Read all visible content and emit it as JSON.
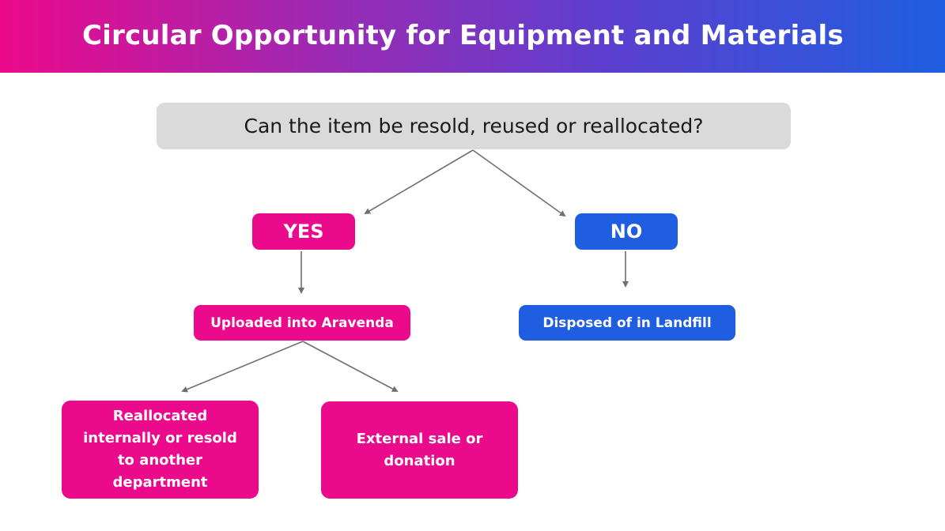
{
  "header": {
    "title": "Circular Opportunity for Equipment and Materials"
  },
  "diagram": {
    "question": "Can the item be resold, reused or reallocated?",
    "yes_label": "YES",
    "no_label": "NO",
    "yes_outcome": "Uploaded into Aravenda",
    "no_outcome": "Disposed of in Landfill",
    "yes_branch_left": "Reallocated internally or resold to another department",
    "yes_branch_right": "External sale or donation"
  },
  "colors": {
    "pink": "#ec0a8c",
    "blue": "#1f5ee0",
    "question_bg": "#dadada",
    "connector": "#707070"
  },
  "edges": [
    {
      "from": "question",
      "to": "yes_label"
    },
    {
      "from": "question",
      "to": "no_label"
    },
    {
      "from": "yes_label",
      "to": "yes_outcome"
    },
    {
      "from": "no_label",
      "to": "no_outcome"
    },
    {
      "from": "yes_outcome",
      "to": "yes_branch_left"
    },
    {
      "from": "yes_outcome",
      "to": "yes_branch_right"
    }
  ]
}
